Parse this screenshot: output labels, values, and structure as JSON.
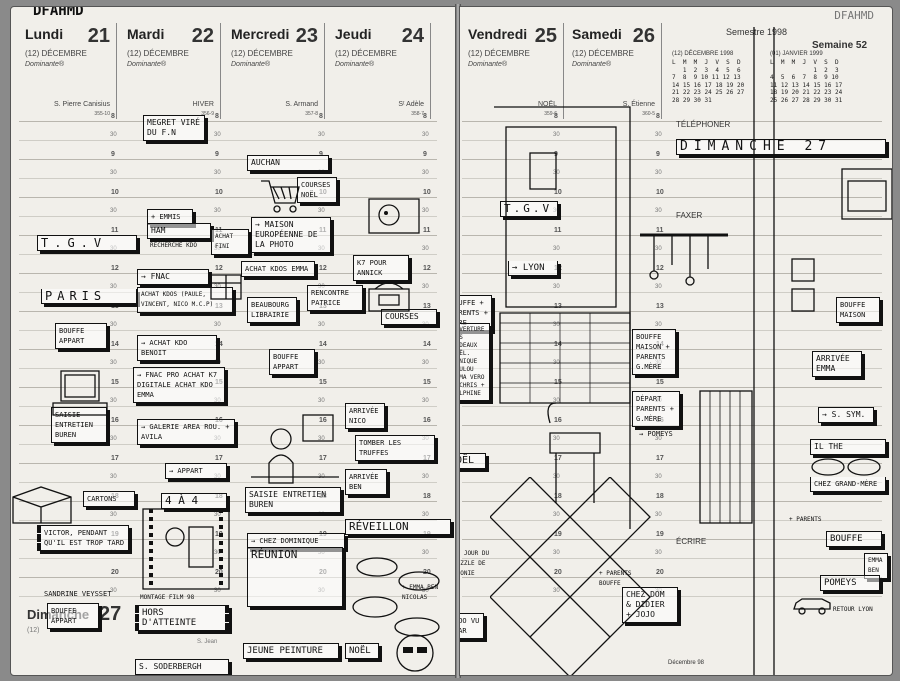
{
  "owner": "DFAHMD",
  "owner_right": "DFAHMD",
  "days": [
    {
      "name": "Lundi",
      "num": "21",
      "month": "(12) DÉCEMBRE",
      "dominante": "Dominante®",
      "saint": "S. Pierre Canisius",
      "yday": "355-10"
    },
    {
      "name": "Mardi",
      "num": "22",
      "month": "(12) DÉCEMBRE",
      "dominante": "Dominante®",
      "saint": "HIVER",
      "yday": "356-9"
    },
    {
      "name": "Mercredi",
      "num": "23",
      "month": "(12) DÉCEMBRE",
      "dominante": "Dominante®",
      "saint": "S. Armand",
      "yday": "357-8"
    },
    {
      "name": "Jeudi",
      "num": "24",
      "month": "(12) DÉCEMBRE",
      "dominante": "Dominante®",
      "saint": "Sᵗ Adèle",
      "yday": "358-7"
    },
    {
      "name": "Vendredi",
      "num": "25",
      "month": "(12) DÉCEMBRE",
      "dominante": "Dominante®",
      "saint": "NOËL",
      "yday": "359-6"
    },
    {
      "name": "Samedi",
      "num": "26",
      "month": "(12) DÉCEMBRE",
      "dominante": "Dominante®",
      "saint": "S. Étienne",
      "yday": "360-5"
    }
  ],
  "hours": [
    "8",
    "9",
    "10",
    "11",
    "12",
    "13",
    "14",
    "15",
    "16",
    "17",
    "18",
    "19",
    "20"
  ],
  "half": "30",
  "right_header": {
    "semester": "Semestre 1998",
    "week": "Semaine 52",
    "cal1_title": "(12) DÉCEMBRE 1998",
    "cal2_title": "(01) JANVIER 1999",
    "telephoner": "TÉLÉPHONER",
    "faxer": "FAXER",
    "ecrire": "ÉCRIRE"
  },
  "minical_dec": "L  M  M  J  V  S  D\n   1  2  3  4  5  6\n7  8  9 10 11 12 13\n14 15 16 17 18 19 20\n21 22 23 24 25 26 27\n28 29 30 31",
  "minical_jan": "L  M  M  J  V  S  D\n            1  2  3\n4  5  6  7  8  9 10\n11 12 13 14 15 16 17\n18 19 20 21 22 23 24\n25 26 27 28 29 30 31",
  "dimanche": {
    "name": "Dimanche",
    "num": "27",
    "month": "(12)",
    "saint": "S. Jean"
  },
  "footer_right": "Décembre 98",
  "notes": {
    "megret": "MEGRET VIRÉ DU F.N",
    "auchan": "AUCHAN",
    "courses_noel": "COURSES NOËL",
    "emmis": "+ EMMIS",
    "ham": "HAM",
    "recherche_kdo": "RECHERCHE KDO",
    "achat_fini": "ACHAT FINI",
    "maison_euro": "→ MAISON EUROPÉENNE DE LA PHOTO",
    "achat_kdos_emma": "ACHAT KDOS EMMA",
    "k7": "K7 POUR ANNICK",
    "tgv_left": "T.G.V",
    "paris": "PARIS",
    "fnac": "→ FNAC",
    "achat_kdos_list": "ACHAT KDOS (PAULE, VINCENT, NICO M.C.P)",
    "rencontre": "RENCONTRE PATRICE",
    "beaubourg": "BEAUBOURG LIBRAIRIE",
    "courses": "COURSES",
    "bouffe_appart": "BOUFFE APPART",
    "achat_kdo_benoit": "→ ACHAT KDO BENOIT",
    "bouffe_appart2": "BOUFFE APPART",
    "fnac_pro": "→ FNAC PRO ACHAT K7 DIGITALE ACHAT KDO EMMA",
    "galerie": "→ GALERIE AREA ROU. + AVILA",
    "arrivee_nico": "ARRIVÉE NICO",
    "tomber": "TOMBER LES TRUFFES",
    "saisie_left": "SAISIE ENTRETIEN BUREN",
    "appart": "→ APPART",
    "cartons": "CARTONS",
    "quatre": "4 À 4",
    "saisie_mid": "SAISIE ENTRETIEN BUREN",
    "arrivee_ben": "ARRIVÉE BEN",
    "victor": "VICTOR, PENDANT QU'IL EST TROP TARD",
    "sandrine": "SANDRINE VEYSSET",
    "chez_dominique": "→ CHEZ DOMINIQUE",
    "reunion": "RÉUNION",
    "reveillon": "RÉVEILLON",
    "montage": "MONTAGE FILM 98",
    "emma_ben": "+ EMMA BEN NICOLAS",
    "bouffe_appart3": "BOUFFE APPART",
    "hors": "HORS D'ATTEINTE",
    "soderbergh": "S. SODERBERGH",
    "jeune": "JEUNE PEINTURE",
    "noel": "NOËL",
    "tgv_right": "T.G.V",
    "lyon": "→ LYON",
    "bouffe_parents": "BOUFFE + PARENTS + MÈRE",
    "cadeaux": "OUVERTURE DES CADEAUX NOËL. MONIQUE LOULOU EMMA VERO + CHRIS + DELPHINE",
    "noel_right": "NOËL",
    "journee": "LE JOUR DU PUZZLE DE LÉONIE",
    "zoo": "ZOO VU PAR",
    "bouffe_maison_sat": "BOUFFE MAISON + PARENTS G.MÈRE",
    "depart_parents": "DÉPART PARENTS + G.MÈRE",
    "pomeys_sat": "→ POMEYS",
    "parents_bouffe": "+ PARENTS BOUFFE",
    "chez_dom": "CHEZ DOM & DIDIER + JOJO",
    "dimanche_big": "DIMANCHE 27",
    "bouffe_maison_sun": "BOUFFE MAISON",
    "arrivee_emma": "ARRIVÉE EMMA",
    "st_sym": "→ S. SYM.",
    "the": "IL THE",
    "chez_gm": "CHEZ GRAND-MÈRE",
    "parents_sun": "+ PARENTS",
    "bouffe_sun": "BOUFFE",
    "emma_ben_sun": "EMMA BEN",
    "pomeys_sun": "POMEYS",
    "retour": "RETOUR LYON"
  }
}
